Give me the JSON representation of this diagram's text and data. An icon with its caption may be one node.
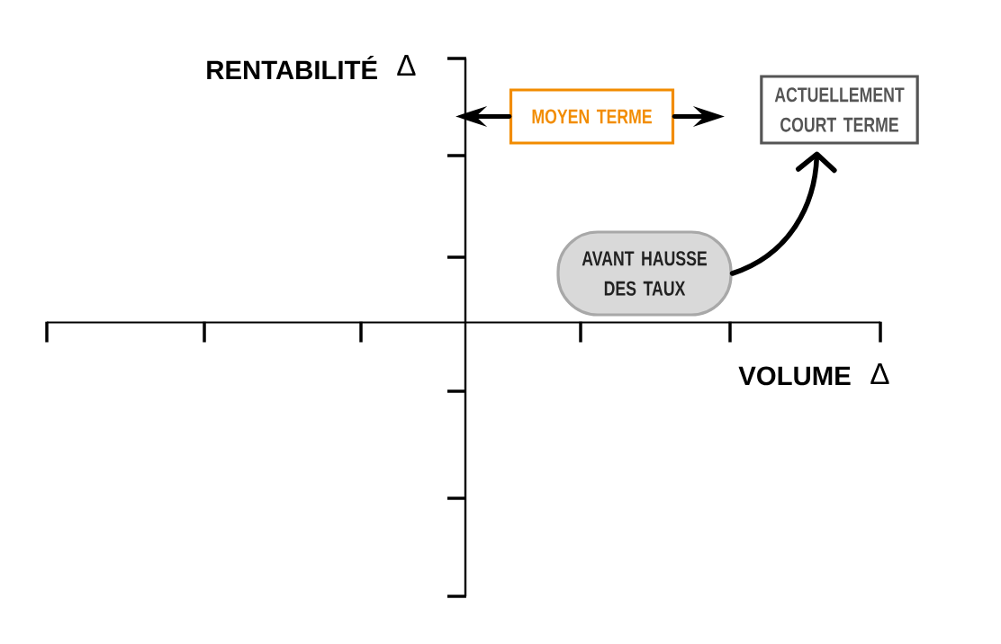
{
  "diagram": {
    "nodes": [
      {
        "text": [
          "MOYEN TERME"
        ]
      },
      {
        "text": [
          "ACTUELLEMENT COURT TERME"
        ]
      },
      {
        "text": [
          "AVANT HAUSSE DES TAUX"
        ]
      }
    ],
    "edges": [
      {
        "from": 0,
        "to": null,
        "arrow": "to"
      },
      {
        "from": 0,
        "to": null,
        "arrow": "to"
      },
      {
        "from": 2,
        "to": 1,
        "arrow": "to"
      }
    ],
    "labels": [
      "RENTABILITÉ",
      "Δ",
      "VOLUME",
      "Δ"
    ]
  }
}
